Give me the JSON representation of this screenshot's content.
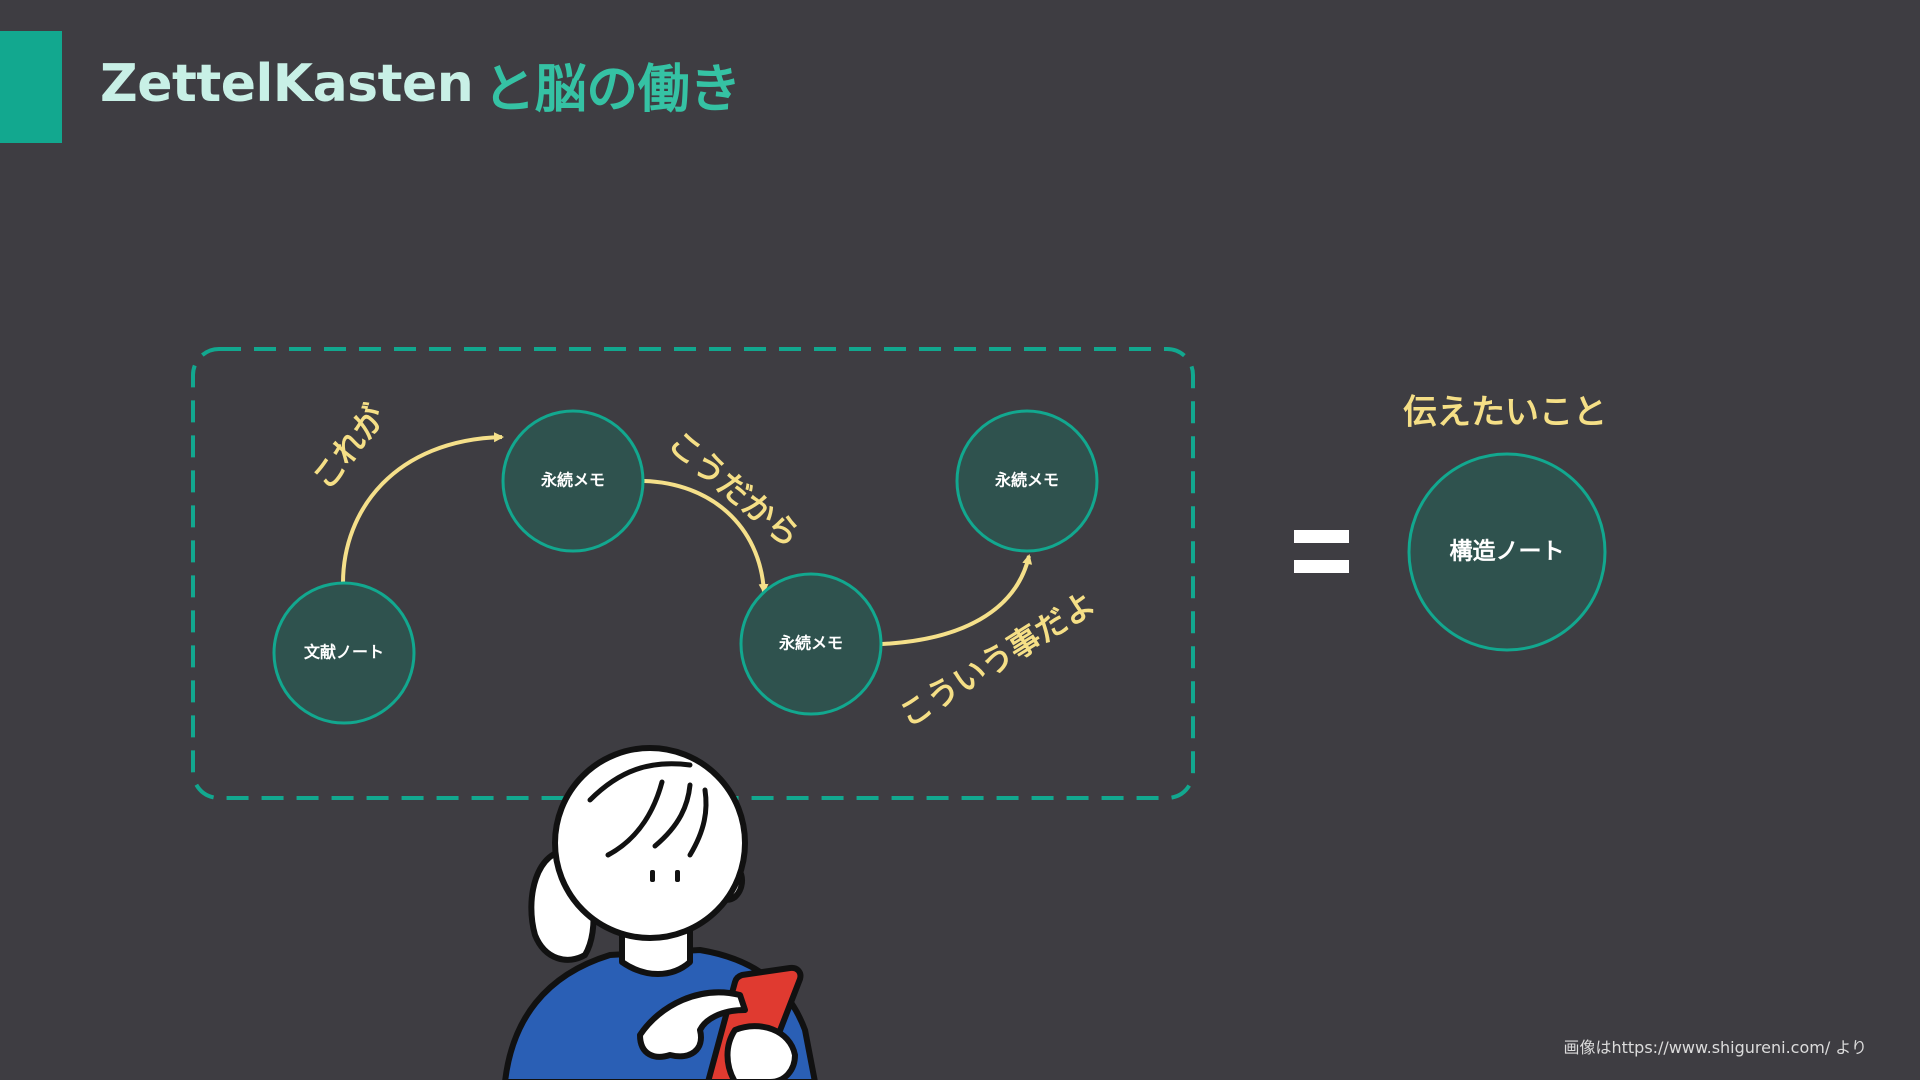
{
  "slide": {
    "title_latin": "ZettelKasten",
    "title_jp": "と脳の働き",
    "credit": "画像はhttps://www.shigureni.com/ より"
  },
  "colors": {
    "background": "#3e3d42",
    "accent": "#12a88f",
    "title_latin": "#c8f0e6",
    "title_jp": "#35c2a4",
    "node_fill": "#2f524e",
    "node_stroke": "#12a88f",
    "arrow": "#f5e08a",
    "label": "#f5df86",
    "dashed_frame": "#12a88f"
  },
  "diagram": {
    "nodes": [
      {
        "id": "bunken",
        "label": "文献ノート"
      },
      {
        "id": "eizoku1",
        "label": "永続メモ"
      },
      {
        "id": "eizoku2",
        "label": "永続メモ"
      },
      {
        "id": "eizoku3",
        "label": "永続メモ"
      },
      {
        "id": "kouzou",
        "label": "構造ノート"
      }
    ],
    "edges": [
      {
        "from": "bunken",
        "to": "eizoku1",
        "label": "これが"
      },
      {
        "from": "eizoku1",
        "to": "eizoku2",
        "label": "こうだから"
      },
      {
        "from": "eizoku2",
        "to": "eizoku3",
        "label": "こういう事だよ"
      }
    ],
    "equals": "=",
    "result_caption": "伝えたいこと"
  },
  "illustration": {
    "subject": "woman-with-smartphone-illustration"
  }
}
